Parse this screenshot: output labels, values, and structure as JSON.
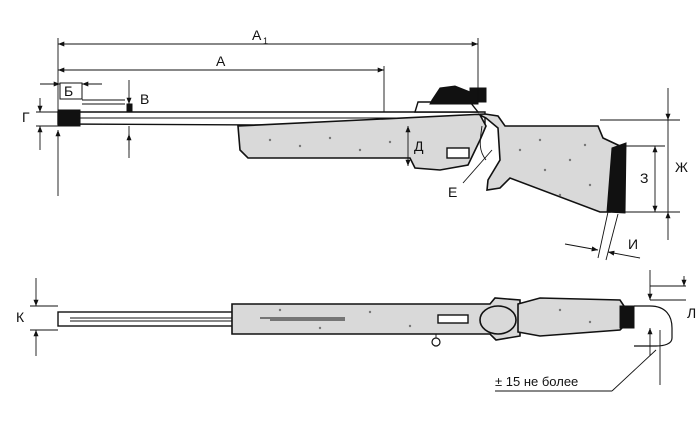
{
  "figure": {
    "labels": {
      "A1_main": "A",
      "A1_sub": "1",
      "A": "A",
      "B_short": "Б",
      "V": "В",
      "G": "Г",
      "D": "Д",
      "E": "Е",
      "ZH": "Ж",
      "Z": "З",
      "I": "И",
      "K": "К",
      "L": "Л"
    },
    "note": "± 15 не более"
  }
}
